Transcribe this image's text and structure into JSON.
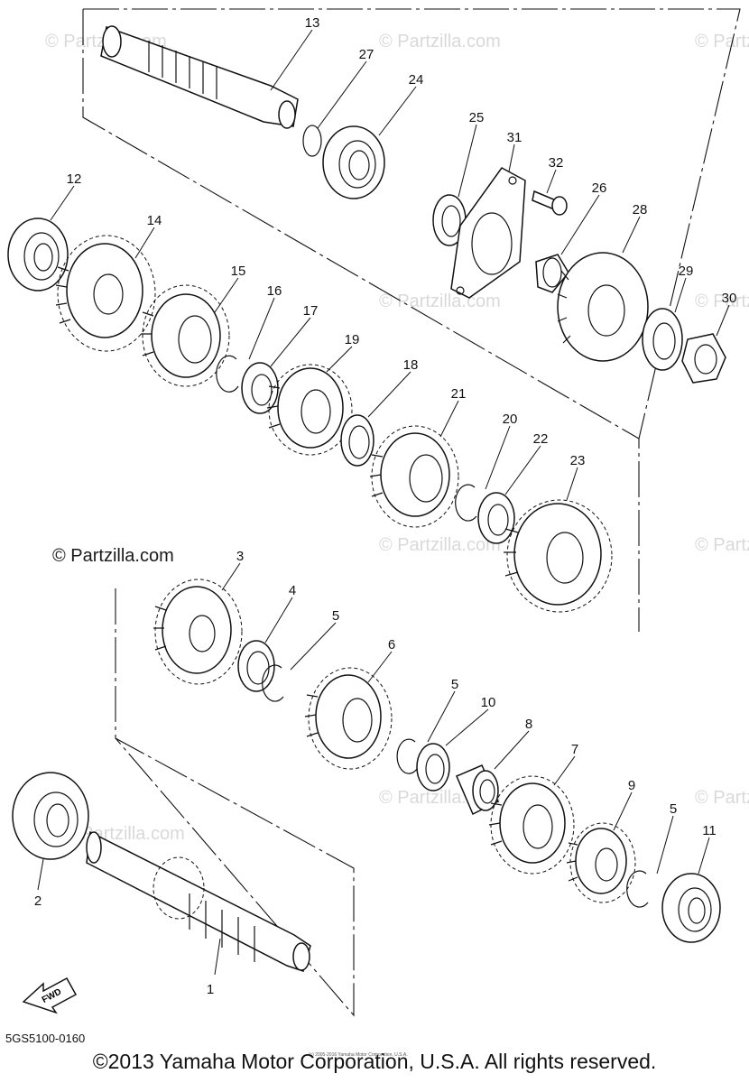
{
  "diagram": {
    "callouts": [
      "1",
      "2",
      "3",
      "4",
      "5",
      "5",
      "5",
      "5",
      "6",
      "7",
      "8",
      "9",
      "10",
      "11",
      "12",
      "13",
      "14",
      "15",
      "16",
      "17",
      "18",
      "19",
      "20",
      "21",
      "22",
      "23",
      "24",
      "25",
      "26",
      "27",
      "28",
      "29",
      "30",
      "31",
      "32"
    ],
    "fwd_label": "FWD",
    "drawing_code": "5GS5100-0160",
    "watermark_text": "© Partzilla.com",
    "small_print": "(c) 2005-2016 Yamaha Motor Corporation, U.S.A."
  },
  "footer": {
    "copyright": "©2013 Yamaha Motor Corporation, U.S.A. All rights reserved."
  }
}
